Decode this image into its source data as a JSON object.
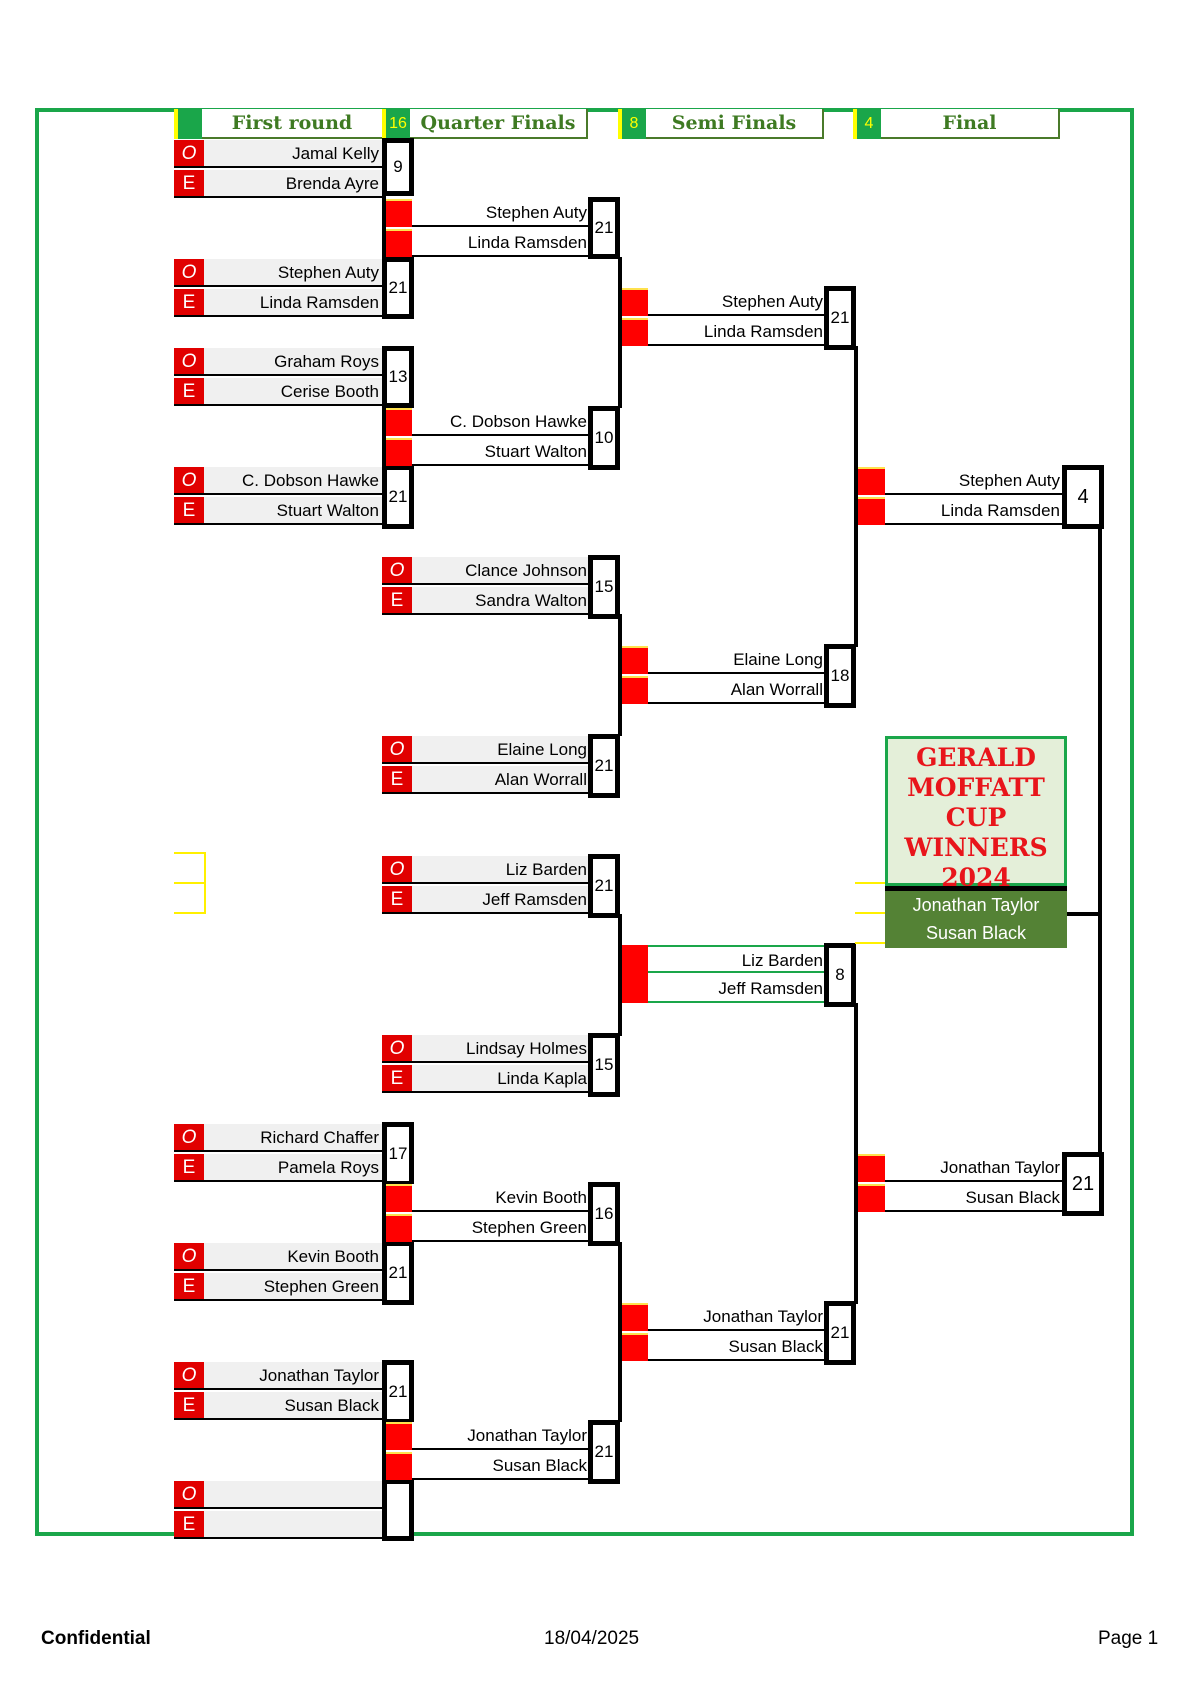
{
  "headers": {
    "first_round": "First round",
    "quarter_finals": "Quarter Finals",
    "semi_finals": "Semi Finals",
    "final": "Final",
    "n16": "16",
    "n8": "8",
    "n4": "4"
  },
  "labels": {
    "odd": "O",
    "even": "E"
  },
  "first_round": [
    {
      "p1": "Jamal Kelly",
      "p2": "Brenda Ayre",
      "score": "9"
    },
    {
      "p1": "Stephen Auty",
      "p2": "Linda Ramsden",
      "score": "21"
    },
    {
      "p1": "Graham Roys",
      "p2": "Cerise Booth",
      "score": "13"
    },
    {
      "p1": "C. Dobson Hawke",
      "p2": "Stuart Walton",
      "score": "21"
    },
    {
      "p1": "Richard Chaffer",
      "p2": "Pamela Roys",
      "score": "17"
    },
    {
      "p1": "Kevin Booth",
      "p2": "Stephen Green",
      "score": "21"
    },
    {
      "p1": "Jonathan Taylor",
      "p2": "Susan Black",
      "score": "21"
    },
    {
      "p1": "",
      "p2": "",
      "score": ""
    }
  ],
  "quarter_finals": [
    {
      "p1": "Stephen Auty",
      "p2": "Linda Ramsden",
      "score": "21"
    },
    {
      "p1": "C. Dobson Hawke",
      "p2": "Stuart Walton",
      "score": "10"
    },
    {
      "p1": "Clance Johnson",
      "p2": "Sandra Walton",
      "score": "15"
    },
    {
      "p1": "Elaine Long",
      "p2": "Alan Worrall",
      "score": "21"
    },
    {
      "p1": "Liz Barden",
      "p2": "Jeff Ramsden",
      "score": "21"
    },
    {
      "p1": "Lindsay Holmes",
      "p2": "Linda Kapla",
      "score": "15"
    },
    {
      "p1": "Kevin Booth",
      "p2": "Stephen Green",
      "score": "16"
    },
    {
      "p1": "Jonathan Taylor",
      "p2": "Susan Black",
      "score": "21"
    }
  ],
  "semi_finals": [
    {
      "p1": "Stephen Auty",
      "p2": "Linda Ramsden",
      "score": "21"
    },
    {
      "p1": "Elaine Long",
      "p2": "Alan Worrall",
      "score": "18"
    },
    {
      "p1": "Liz Barden",
      "p2": "Jeff Ramsden",
      "score": "8"
    },
    {
      "p1": "Jonathan Taylor",
      "p2": "Susan Black",
      "score": "21"
    }
  ],
  "final": [
    {
      "p1": "Stephen Auty",
      "p2": "Linda Ramsden",
      "score": "4"
    },
    {
      "p1": "Jonathan Taylor",
      "p2": "Susan Black",
      "score": "21"
    }
  ],
  "cup": {
    "line1": "GERALD",
    "line2": "MOFFATT",
    "line3": "CUP",
    "line4": "WINNERS",
    "line5": "2024",
    "winner1": "Jonathan Taylor",
    "winner2": "Susan Black"
  },
  "footer": {
    "left": "Confidential",
    "date": "18/04/2025",
    "page": "Page 1"
  },
  "colors": {
    "frame": "#1aa64a",
    "tag_red": "#e10000",
    "header_text": "#3e7a22",
    "cup_text": "#e8151b",
    "winner_bg": "#548235"
  }
}
